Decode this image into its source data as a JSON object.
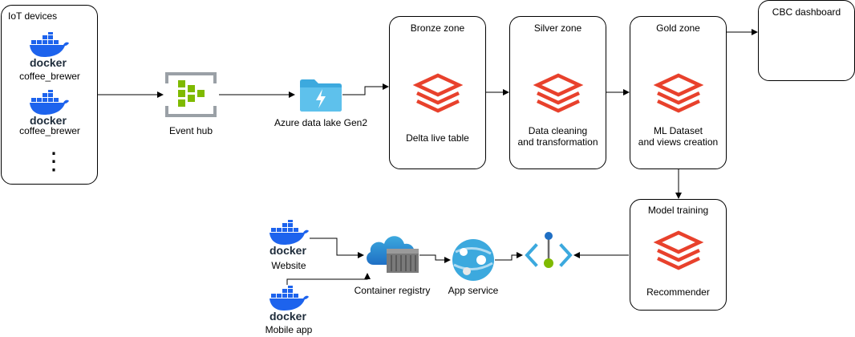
{
  "iot": {
    "title": "IoT devices",
    "device1": "coffee_brewer",
    "device2": "coffee_brewer",
    "more": "⋮"
  },
  "docker_word": "docker",
  "event_hub": {
    "label": "Event hub"
  },
  "datalake": {
    "label": "Azure data lake Gen2"
  },
  "bronze": {
    "title": "Bronze zone",
    "caption": "Delta live table"
  },
  "silver": {
    "title": "Silver zone",
    "caption_line1": "Data cleaning",
    "caption_line2": "and transformation"
  },
  "gold": {
    "title": "Gold zone",
    "caption_line1": "ML Dataset",
    "caption_line2": "and views creation"
  },
  "dashboard": {
    "title": "CBC dashboard"
  },
  "model": {
    "title": "Model training",
    "caption": "Recommender"
  },
  "website": {
    "label": "Website"
  },
  "mobile": {
    "label": "Mobile app"
  },
  "registry": {
    "label": "Container registry"
  },
  "appservice": {
    "label": "App service"
  },
  "colors": {
    "databricks": "#E8412C",
    "docker": "#1D63ED",
    "eventhub": "#7FBA00",
    "lake": "#3CA9DE"
  },
  "icons": [
    "docker-icon",
    "event-hub-icon",
    "data-lake-icon",
    "databricks-icon",
    "cloud-registry-icon",
    "app-service-icon",
    "api-icon"
  ]
}
